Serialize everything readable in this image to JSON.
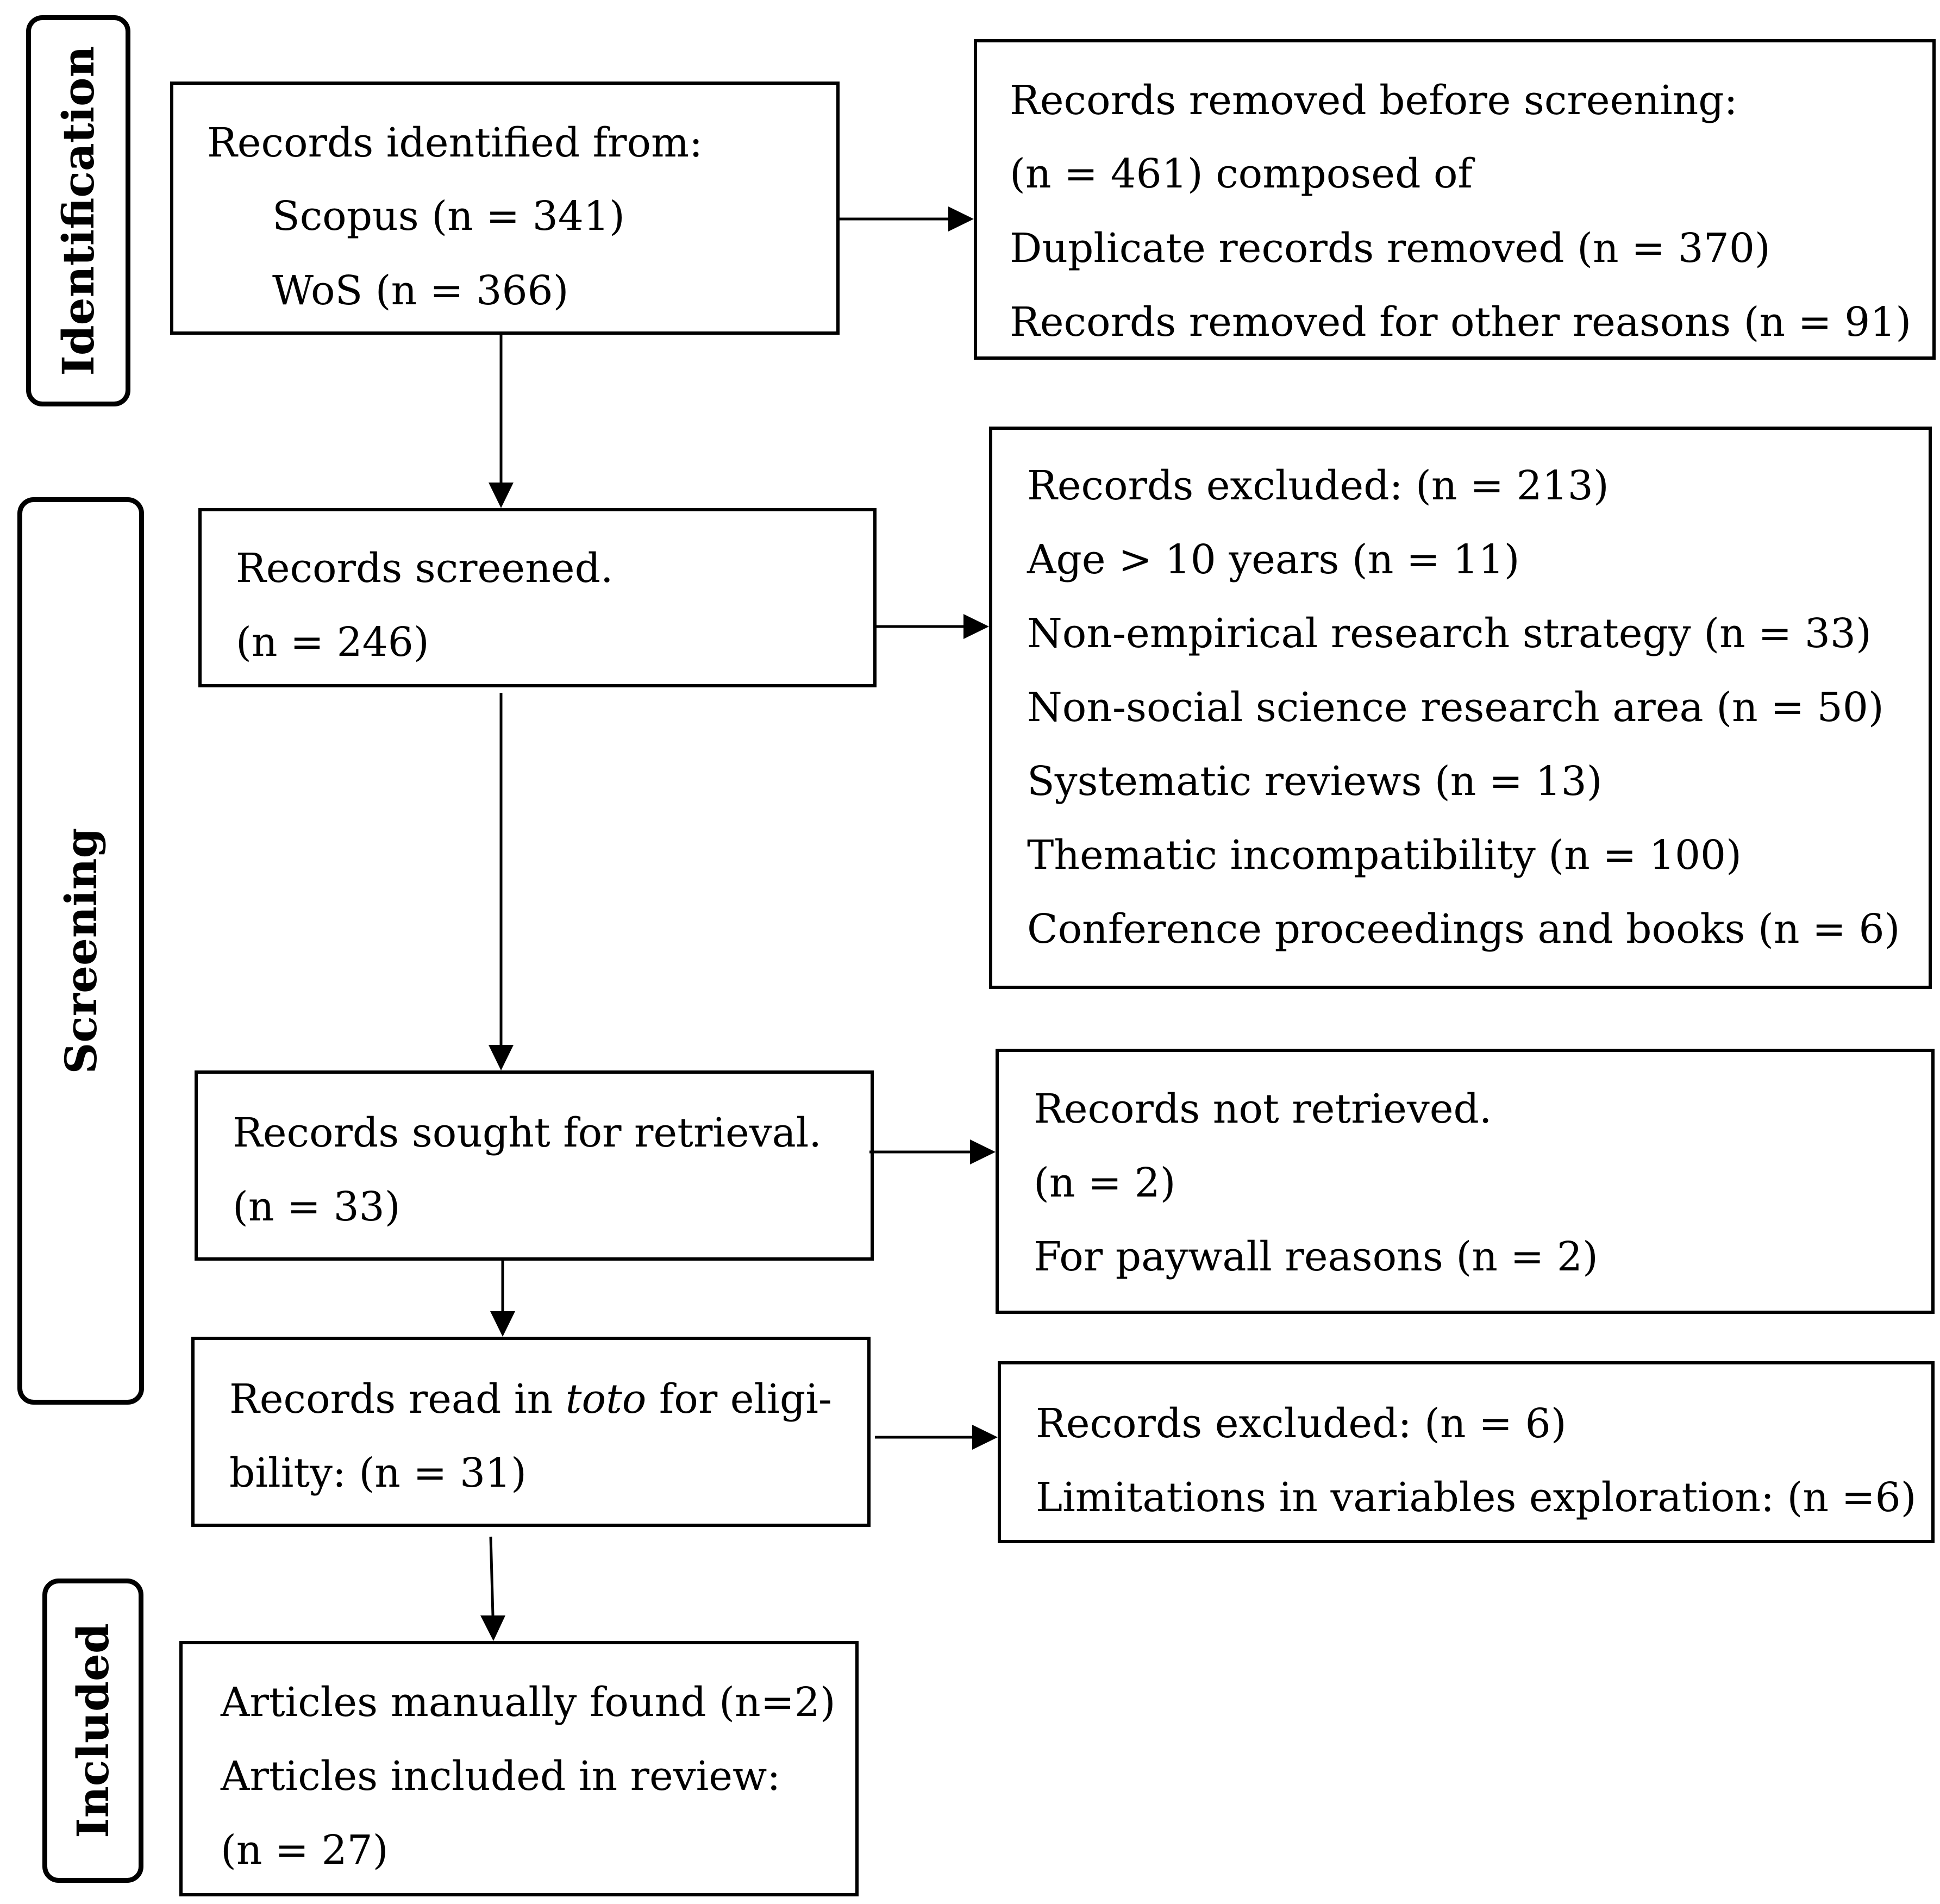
{
  "phases": {
    "identification": "Identification",
    "screening": "Screening",
    "included": "Included"
  },
  "identified": {
    "title": "Records identified from:",
    "scopus": "Scopus (n = 341)",
    "wos": "WoS (n = 366)"
  },
  "removed": {
    "line1": "Records removed before screening:",
    "line2": "(n = 461) composed of",
    "line3": "Duplicate records removed (n = 370)",
    "line4": "Records removed for other reasons (n = 91)"
  },
  "screened": {
    "line1": "Records screened.",
    "line2": "(n = 246)"
  },
  "excluded1": {
    "title": "Records excluded: (n = 213)",
    "items": [
      "Age > 10 years (n = 11)",
      "Non-empirical research strategy (n = 33)",
      "Non-social science research area (n = 50)",
      "Systematic reviews (n = 13)",
      "Thematic incompatibility (n = 100)",
      "Conference proceedings and books (n = 6)"
    ]
  },
  "sought": {
    "line1": "Records sought for retrieval.",
    "line2": "(n = 33)"
  },
  "not_retrieved": {
    "line1": "Records not retrieved.",
    "line2": "(n = 2)",
    "line3": "For paywall reasons (n = 2)"
  },
  "eligibility": {
    "line1_pre": "Records read in ",
    "line1_italic": "toto",
    "line1_post": " for eligi-",
    "line2": "bility: (n = 31)"
  },
  "excluded2": {
    "line1": "Records excluded: (n = 6)",
    "line2": "Limitations in variables exploration: (n =6)"
  },
  "included_box": {
    "line1": "Articles manually found (n=2)",
    "line2": "Articles included in review:",
    "line3": "(n = 27)"
  }
}
